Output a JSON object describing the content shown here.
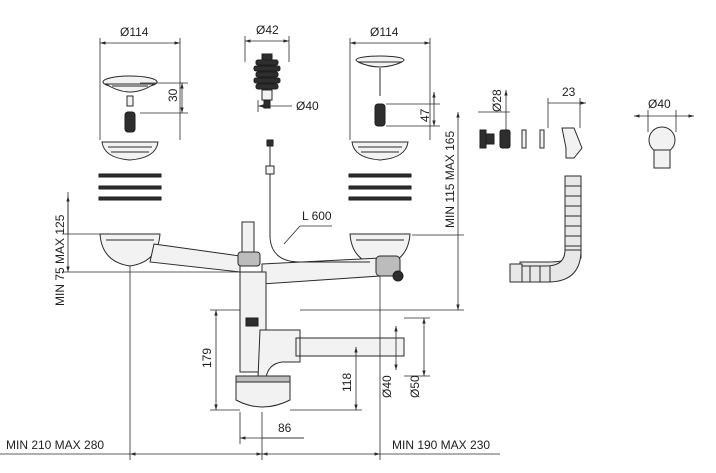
{
  "dimensions": {
    "strainer_left_diameter": "Ø114",
    "strainer_right_diameter": "Ø114",
    "popup_top_diameter": "Ø42",
    "popup_body_diameter": "Ø40",
    "left_plug_height": "30",
    "right_plug_height": "47",
    "washer_diameter": "Ø28",
    "overflow_width": "23",
    "overflow_cap_diameter": "Ø40",
    "cable_length": "L 600",
    "right_height_range": "MIN 115 MAX 165",
    "left_height_range": "MIN 75 MAX 125",
    "trap_height": "179",
    "outlet_height": "118",
    "outlet_diameter_inner": "Ø40",
    "outlet_diameter_outer": "Ø50",
    "trap_offset": "86",
    "left_spacing": "MIN 210 MAX 280",
    "right_spacing": "MIN 190 MAX 230"
  }
}
